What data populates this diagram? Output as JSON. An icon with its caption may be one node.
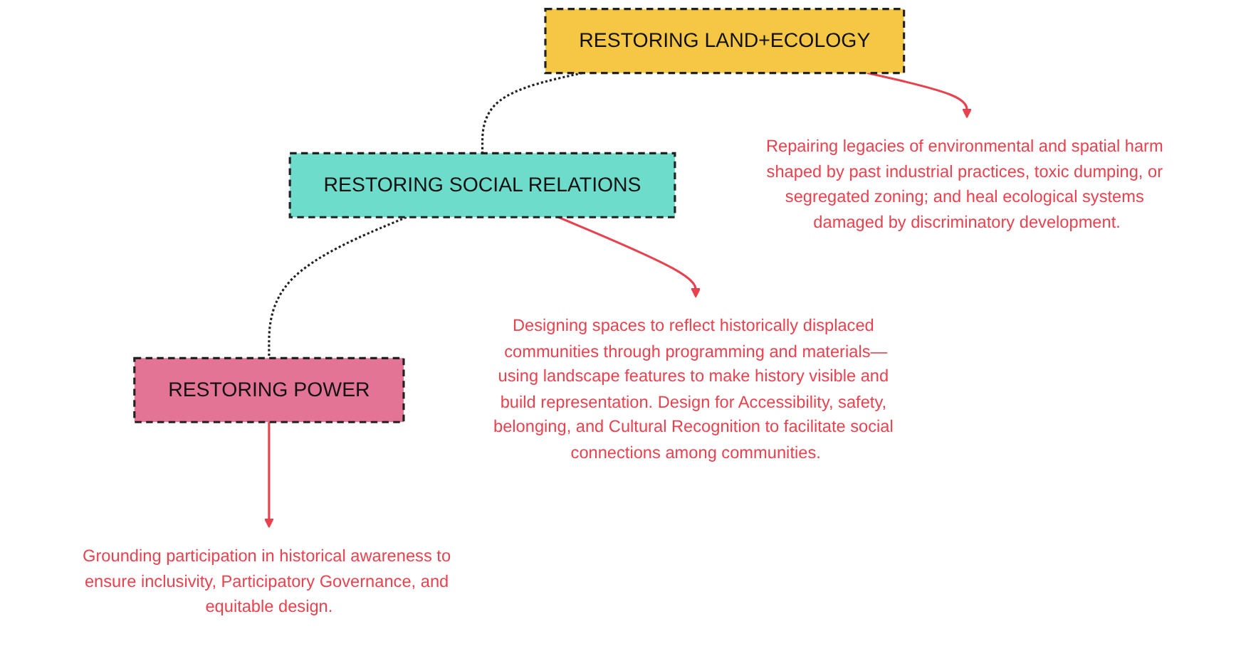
{
  "diagram": {
    "nodes": [
      {
        "text": [
          "RESTORING LAND+ECOLOGY"
        ]
      },
      {
        "text": [
          "RESTORING SOCIAL RELATIONS"
        ]
      },
      {
        "text": [
          "RESTORING POWER"
        ]
      },
      {
        "text": [
          "Repairing legacies of environmental and spatial harm shaped by past industrial practices, toxic dumping, or segregated zoning; and heal ecological systems damaged by discriminatory development."
        ]
      },
      {
        "text": [
          "Designing spaces to reflect historically displaced communities through programming and materials—using landscape features to make history visible and build representation. Design for Accessibility, safety, belonging, and Cultural Recognition to facilitate social connections among communities."
        ]
      },
      {
        "text": [
          "Grounding participation in historical awareness to ensure inclusivity, Participatory Governance, and equitable design."
        ]
      }
    ],
    "edges": [
      {
        "from": 0,
        "to": 1,
        "arrow": "none",
        "style": "dashed",
        "color": "#222222"
      },
      {
        "from": 1,
        "to": 2,
        "arrow": "none",
        "style": "dashed",
        "color": "#222222"
      },
      {
        "from": 0,
        "to": 3,
        "arrow": "to",
        "color": "#e8424f"
      },
      {
        "from": 1,
        "to": 4,
        "arrow": "to",
        "color": "#e8424f"
      },
      {
        "from": 2,
        "to": 5,
        "arrow": "to",
        "color": "#e8424f"
      }
    ]
  }
}
